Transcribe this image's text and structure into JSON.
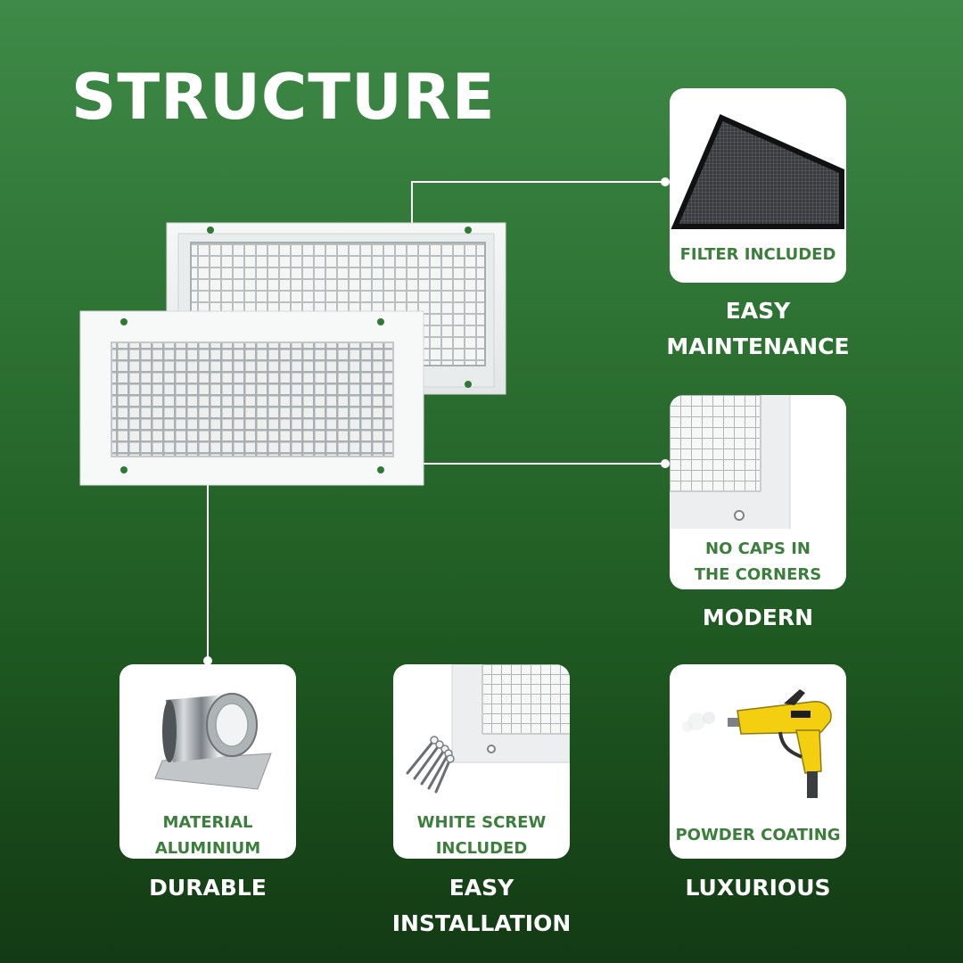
{
  "title": "STRUCTURE",
  "colors": {
    "background_top": "#3f8a48",
    "background_bottom": "#133a14",
    "label_green": "#3c7f3c",
    "card": "#ffffff"
  },
  "features": {
    "filter": {
      "label": "FILTER INCLUDED",
      "caption": [
        "EASY",
        "MAINTENANCE"
      ],
      "icon": "filter-mesh-icon"
    },
    "corners": {
      "label": "NO CAPS IN\nTHE CORNERS",
      "caption": [
        "MODERN"
      ],
      "icon": "grille-corner-icon"
    },
    "material": {
      "label": "MATERIAL\nALUMINIUM",
      "caption": [
        "DURABLE"
      ],
      "icon": "aluminium-roll-icon"
    },
    "screws": {
      "label": "WHITE SCREW\nINCLUDED",
      "caption": [
        "EASY",
        "INSTALLATION"
      ],
      "icon": "screw-icon"
    },
    "coating": {
      "label": "POWDER COATING",
      "caption": [
        "LUXURIOUS"
      ],
      "icon": "spray-gun-icon"
    }
  }
}
